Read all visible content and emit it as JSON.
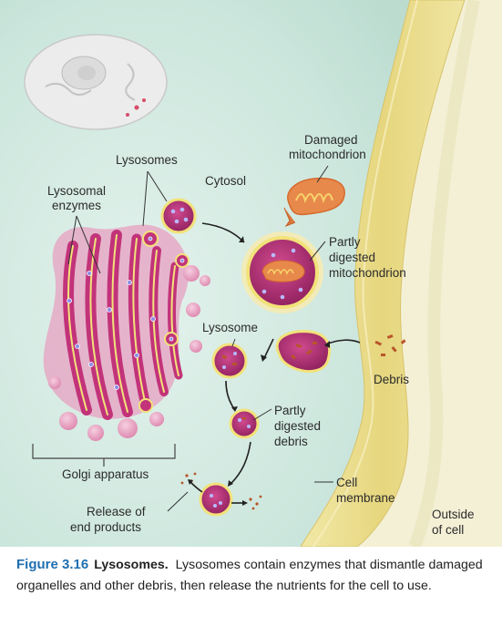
{
  "labels": {
    "lysosomes": "Lysosomes",
    "cytosol": "Cytosol",
    "lysosomal_enzymes_1": "Lysosomal",
    "lysosomal_enzymes_2": "enzymes",
    "damaged_1": "Damaged",
    "damaged_2": "mitochondrion",
    "partly_mito_1": "Partly",
    "partly_mito_2": "digested",
    "partly_mito_3": "mitochondrion",
    "lysosome": "Lysosome",
    "debris": "Debris",
    "partly_debris_1": "Partly",
    "partly_debris_2": "digested",
    "partly_debris_3": "debris",
    "golgi": "Golgi apparatus",
    "cell_membrane_1": "Cell",
    "cell_membrane_2": "membrane",
    "release_1": "Release of",
    "release_2": "end products",
    "outside_1": "Outside",
    "outside_2": "of cell"
  },
  "caption": {
    "number": "Figure 3.16",
    "title": "Lysosomes.",
    "text": "Lysosomes contain enzymes that dismantle damaged organelles and other debris, then release the nutrients for the cell to use."
  },
  "colors": {
    "cytosol": "#cfe8df",
    "membrane": "#e9df9a",
    "outside": "#f3efd2",
    "golgi": "#c2337a",
    "lysosome": "#b3367a",
    "caption_number": "#1f6fb0"
  }
}
